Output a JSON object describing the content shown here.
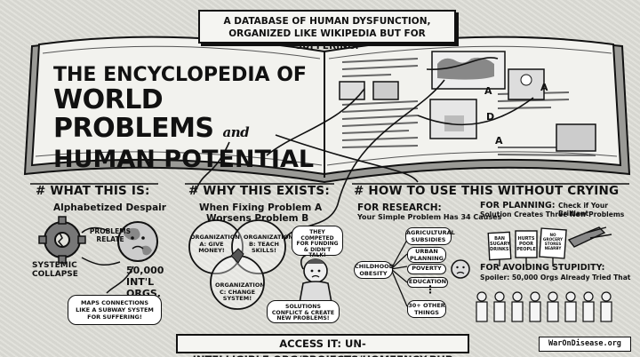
{
  "banner": {
    "line1": "A DATABASE OF HUMAN DYSFUNCTION,",
    "line2": "ORGANIZED LIKE WIKIPEDIA BUT FOR SUFFERING."
  },
  "title": {
    "line1": "THE ENCYCLOPEDIA OF",
    "line2": "WORLD PROBLEMS",
    "and": "and",
    "line3": "HUMAN POTENTIAL"
  },
  "book_page_letters": [
    "A",
    "A",
    "D",
    "A"
  ],
  "what": {
    "heading": "# WHAT THIS IS:",
    "subtitle": "Alphabetized Despair",
    "problems_relate": "PROBLEMS RELATE",
    "systemic_collapse": "SYSTEMIC COLLAPSE",
    "orgs": "50,000 INT'L ORGS.",
    "maps_connections": "MAPS CONNECTIONS LIKE A SUBWAY SYSTEM FOR SUFFERING!"
  },
  "why": {
    "heading": "# WHY THIS EXISTS:",
    "subtitle_line1": "When Fixing Problem A",
    "subtitle_line2": "Worsens Problem B",
    "org_a": "ORGANIZATION A: GIVE MONEY!",
    "org_b": "ORGANIZATION B: TEACH SKILLS!",
    "org_c": "ORGANIZATION C: CHANGE SYSTEM!",
    "competed": "THEY COMPETED FOR FUNDING & DIDN'T TALK!",
    "conflict": "SOLUTIONS CONFLICT & CREATE NEW PROBLEMS!"
  },
  "how": {
    "heading": "# HOW TO USE THIS WITHOUT CRYING",
    "research_label": "FOR RESEARCH:",
    "research_text": "Your Simple Problem Has 34 Causes",
    "center_node": "CHILDHOOD OBESITY",
    "causes": [
      "AGRICULTURAL SUBSIDIES",
      "URBAN PLANNING",
      "POVERTY",
      "EDUCATION",
      "30+ OTHER THINGS"
    ],
    "planning_label": "FOR PLANNING:",
    "planning_text_line1": "Check if Your Brilliant",
    "planning_text_line2": "Solution Creates Three New Problems",
    "signs": [
      "BAN SUGARY DRINKS!",
      "HURTS POOR PEOPLE",
      "NO GROCERY STORES NEARBY"
    ],
    "avoid_label": "FOR AVOIDING STUPIDITY:",
    "avoid_text": "Spoiler: 50,000 Orgs Already Tried That"
  },
  "footer": {
    "access": "ACCESS IT: UN-INTELLIGIBLE.ORG/PROJECTS/HOMEENCY.PHP",
    "credit": "WarOnDisease.org"
  }
}
